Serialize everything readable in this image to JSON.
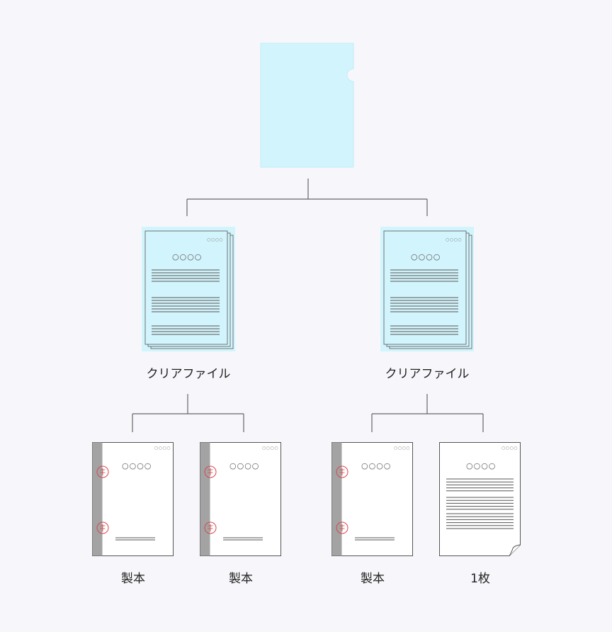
{
  "labels": {
    "clear_file_left": "クリアファイル",
    "clear_file_right": "クリアファイル",
    "bound_1": "製本",
    "bound_2": "製本",
    "bound_3": "製本",
    "single_sheet": "1枚"
  },
  "placeholder_title": "○○○○",
  "placeholder_small": "○○○○",
  "colors": {
    "clear_file": "#d2f4fc",
    "spine": "#a3a3a3",
    "seal": "#d9464a",
    "connector": "#666666"
  }
}
